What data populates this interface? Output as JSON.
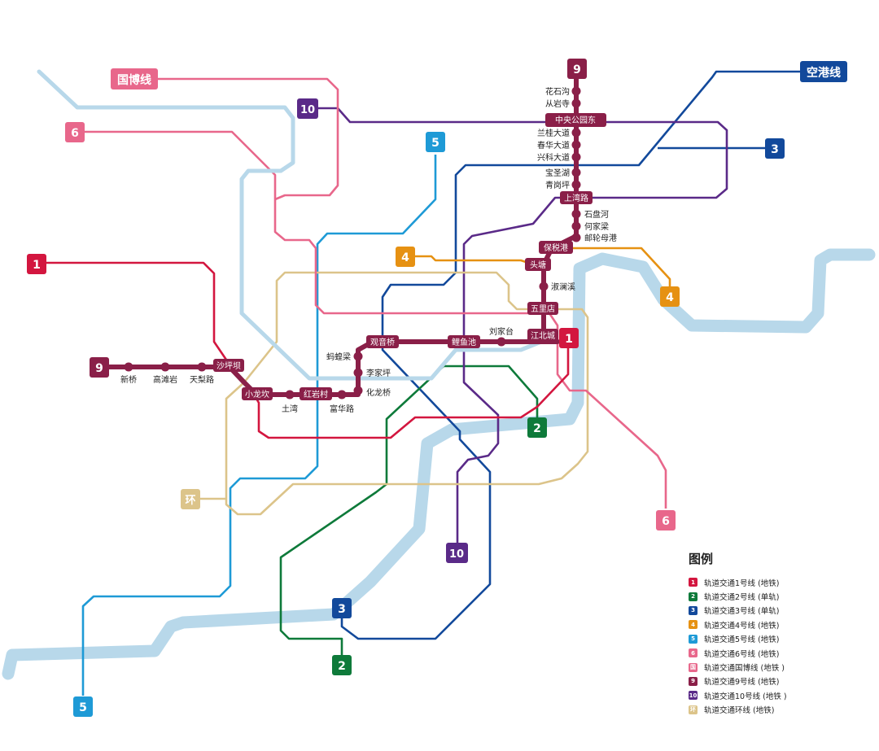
{
  "colors": {
    "line1": "#d3163f",
    "line2": "#0e7a3a",
    "line3": "#12499b",
    "line4": "#e69112",
    "line5": "#1e9ad6",
    "line6": "#e8678b",
    "guobo": "#e8678b",
    "line9": "#8a1f48",
    "line10": "#5a2a88",
    "ring": "#dcc48a",
    "river": "#b8d8ea"
  },
  "terminals": {
    "l1": "1",
    "l1b": "1",
    "l2a": "2",
    "l2b": "2",
    "l3a": "3",
    "l3b": "3",
    "l4a": "4",
    "l4b": "4",
    "l5a": "5",
    "l5b": "5",
    "l6a": "6",
    "l6b": "6",
    "l9a": "9",
    "l9b": "9",
    "l10a": "10",
    "l10b": "10",
    "guobo": "国博线",
    "konggang": "空港线",
    "ring": "环"
  },
  "stations": {
    "huashigou": "花石沟",
    "congyansi": "从岩寺",
    "zhongyanggongyuandong": "中央公园东",
    "langui": "兰桂大道",
    "chunhua": "春华大道",
    "xingke": "兴科大道",
    "baoshenghu": "宝圣湖",
    "qinggangping": "青岗坪",
    "shangwanlu": "上湾路",
    "shipanhe": "石盘河",
    "hejialiang": "何家梁",
    "youlunmugang": "邮轮母港",
    "baoshuigang": "保税港",
    "toutang": "头塘",
    "shulanxi": "淑澜溪",
    "wulidian": "五里店",
    "jiangbeicheng": "江北城",
    "liujiatai": "刘家台",
    "liyuchi": "鲤鱼池",
    "guanyinqiao": "观音桥",
    "mahuangliang": "蚂蝗梁",
    "lijiaping": "李家坪",
    "hualongqiao": "化龙桥",
    "fuhualu": "富华路",
    "hongyancun": "红岩村",
    "tuwan": "土湾",
    "xiaolongkan": "小龙坎",
    "shapingba": "沙坪坝",
    "tianlilu": "天梨路",
    "gaotanyan": "高滩岩",
    "xinqiao": "新桥"
  },
  "legend": {
    "title": "图例",
    "items": [
      {
        "key": "1",
        "label": "轨道交通1号线 (地铁)",
        "color": "#d3163f"
      },
      {
        "key": "2",
        "label": "轨道交通2号线 (单轨)",
        "color": "#0e7a3a"
      },
      {
        "key": "3",
        "label": "轨道交通3号线 (单轨)",
        "color": "#12499b"
      },
      {
        "key": "4",
        "label": "轨道交通4号线 (地铁)",
        "color": "#e69112"
      },
      {
        "key": "5",
        "label": "轨道交通5号线 (地铁)",
        "color": "#1e9ad6"
      },
      {
        "key": "6",
        "label": "轨道交通6号线 (地铁)",
        "color": "#e8678b"
      },
      {
        "key": "国",
        "label": "轨道交通国博线 (地铁 )",
        "color": "#e8678b"
      },
      {
        "key": "9",
        "label": "轨道交通9号线 (地铁)",
        "color": "#8a1f48"
      },
      {
        "key": "10",
        "label": "轨道交通10号线 (地铁 )",
        "color": "#5a2a88"
      },
      {
        "key": "环",
        "label": "轨道交通环线 (地铁)",
        "color": "#dcc48a"
      }
    ]
  }
}
